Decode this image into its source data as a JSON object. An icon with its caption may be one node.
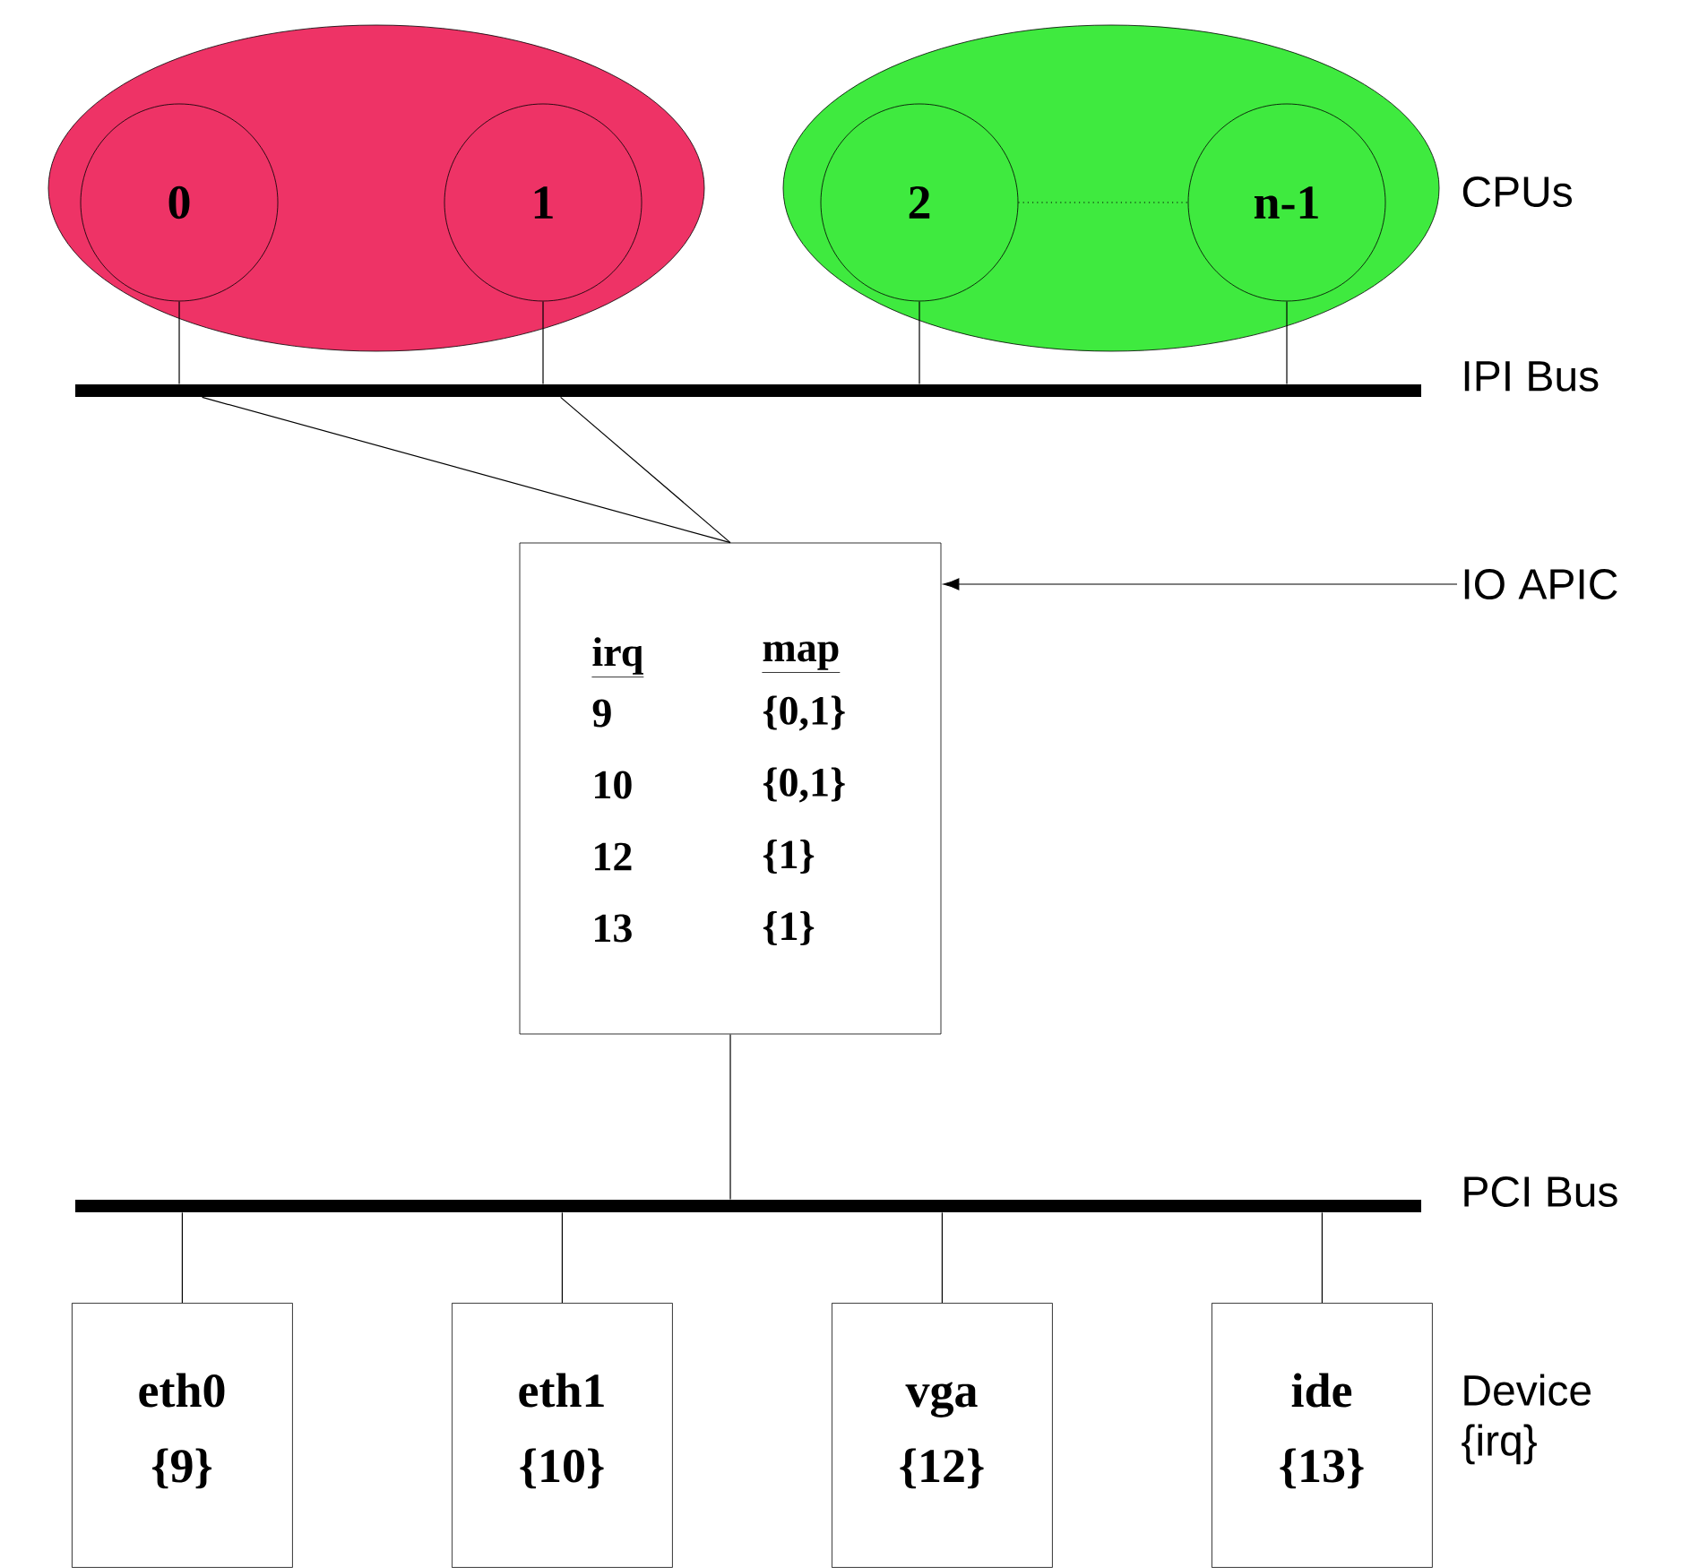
{
  "diagram": {
    "nodes": [
      {
        "text": [],
        "shape": "ellipse"
      },
      {
        "text": [
          "0"
        ],
        "in": 0
      },
      {
        "text": [
          "1"
        ],
        "in": 0
      },
      {
        "text": [],
        "shape": "ellipse"
      },
      {
        "text": [
          "2"
        ],
        "in": 3
      },
      {
        "text": [
          "n-1"
        ],
        "in": 3
      },
      {
        "text": [],
        "shape": "bar",
        "beside": [
          "IPI Bus"
        ]
      },
      {
        "text": [
          "irq",
          "map",
          "9",
          "{0,1}",
          "10",
          "{0,1}",
          "12",
          "{1}",
          "13",
          "{1}"
        ]
      },
      {
        "text": [
          "IO APIC"
        ]
      },
      {
        "text": [],
        "shape": "bar",
        "beside": [
          "PCI Bus"
        ]
      },
      {
        "text": [
          "eth0",
          "{9}"
        ]
      },
      {
        "text": [
          "eth1",
          "{10}"
        ]
      },
      {
        "text": [
          "vga",
          "{12}"
        ]
      },
      {
        "text": [
          "ide",
          "{13}"
        ]
      }
    ],
    "edges": [
      {
        "from": 4,
        "to": 5,
        "arrow": "none",
        "style": "dashed"
      },
      {
        "from": 1,
        "to": 6,
        "arrow": "none"
      },
      {
        "from": 2,
        "to": 6,
        "arrow": "none"
      },
      {
        "from": 4,
        "to": 6,
        "arrow": "none"
      },
      {
        "from": 5,
        "to": 6,
        "arrow": "none"
      },
      {
        "from": 6,
        "to": 7,
        "arrow": "none"
      },
      {
        "from": 6,
        "to": 7,
        "arrow": "none"
      },
      {
        "from": 8,
        "to": 7,
        "arrow": "to"
      },
      {
        "from": 7,
        "to": 9,
        "arrow": "none"
      },
      {
        "from": 9,
        "to": 10,
        "arrow": "none"
      },
      {
        "from": 9,
        "to": 11,
        "arrow": "none"
      },
      {
        "from": 9,
        "to": 12,
        "arrow": "none"
      },
      {
        "from": 9,
        "to": 13,
        "arrow": "none"
      }
    ],
    "labels": [
      "CPUs",
      "Device {irq}"
    ]
  }
}
